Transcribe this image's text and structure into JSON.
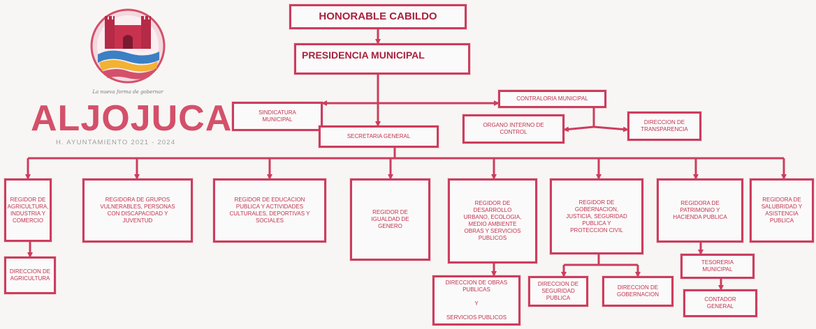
{
  "brand": {
    "name": "ALJOJUCA",
    "subtitle": "H. AYUNTAMIENTO 2021 - 2024",
    "colors": {
      "primary": "#cc3d5e",
      "text": "#c0344f",
      "logo": "#d4506a"
    }
  },
  "nodes": {
    "cabildo": "HONORABLE CABILDO",
    "presidencia": "PRESIDENCIA MUNICIPAL",
    "sindicatura": "SINDICATURA\nMUNICIPAL",
    "contraloria": "CONTRALORIA MUNICIPAL",
    "organo": "ORGANO INTERNO DE\nCONTROL",
    "transparencia": "DIRECCION DE\nTRANSPARENCIA",
    "secretaria": "SECRETARIA GENERAL",
    "reg_agricultura": "REGIDOR DE\nAGRICULTURA,\nINDUSTRIA Y\nCOMERCIO",
    "reg_grupos": "REGIDORA DE GRUPOS\nVULNERABLES, PERSONAS\nCON DISCAPACIDAD Y\nJUVENTUD",
    "reg_educacion": "REGIDOR DE EDUCACION\nPUBLICA Y ACTIVIDADES\nCULTURALES, DEPORTIVAS Y\nSOCIALES",
    "reg_igualdad": "REGIDOR DE\nIGUALDAD DE\nGENERO",
    "reg_desarrollo": "REGIDOR DE\nDESARROLLO\nURBANO, ECOLOGIA,\nMEDIO AMBIENTE\nOBRAS Y SERVICIOS\nPUBLICOS",
    "reg_gobernacion": "REGIDOR DE\nGOBERNACION,\nJUSTICIA, SEGURIDAD\nPUBLICA Y\nPROTECCION CIVIL",
    "reg_patrimonio": "REGIDORA DE\nPATRIMONIO Y\nHACIENDA PUBLICA",
    "reg_salubridad": "REGIDORA DE\nSALUBRIDAD Y\nASISTENCIA\nPUBLICA",
    "dir_agricultura": "DIRECCION DE\nAGRICULTURA",
    "dir_obras": "DIRECCION DE OBRAS\nPUBLICAS\n\nY\n\nSERVICIOS PUBLICOS",
    "dir_seguridad": "DIRECCION DE\nSEGURIDAD\nPUBLICA",
    "dir_gobernacion": "DIRECCION DE\nGOBERNACION",
    "tesoreria": "TESORERIA\nMUNICIPAL",
    "contador": "CONTADOR\nGENERAL"
  }
}
